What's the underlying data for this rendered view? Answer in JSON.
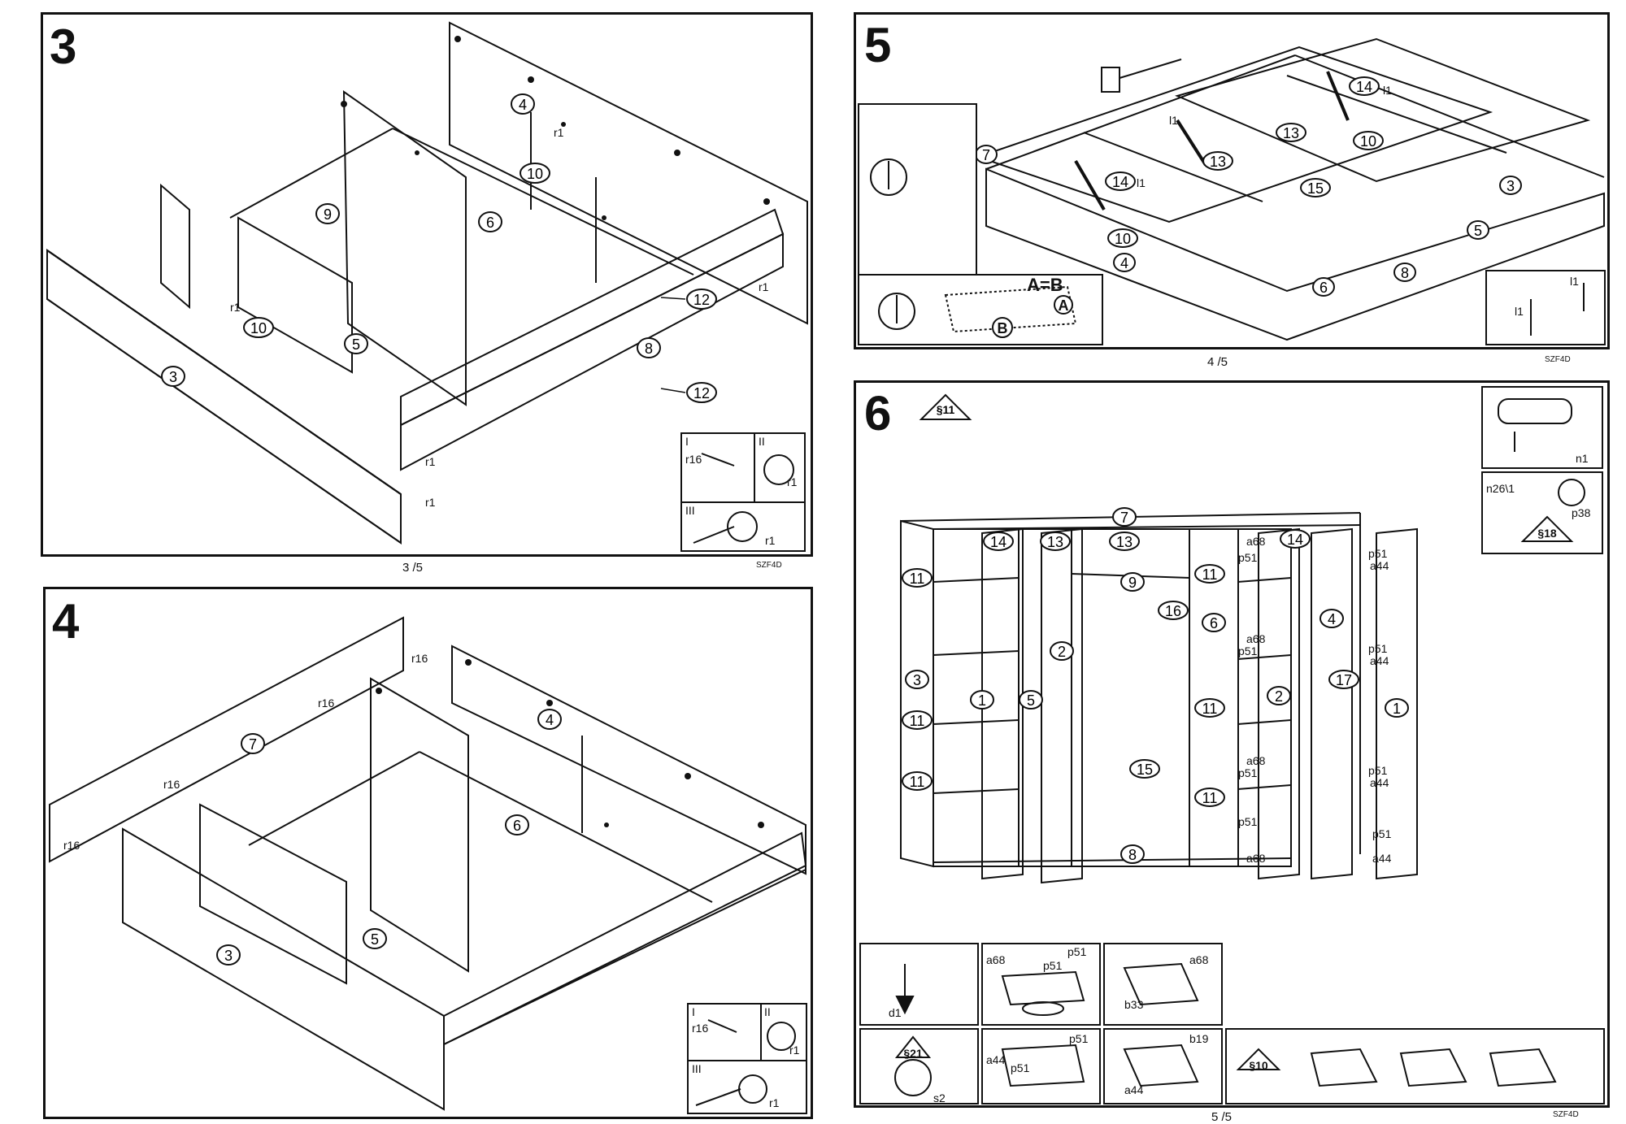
{
  "pages": {
    "p3": "3 /5",
    "p4": "4 /5",
    "p5": "5 /5"
  },
  "doc_code": "SZF4D",
  "steps": {
    "s3": {
      "number": "3",
      "parts": [
        "4",
        "10",
        "9",
        "6",
        "12",
        "10",
        "5",
        "8",
        "3",
        "12"
      ],
      "fittings": [
        "r1",
        "r1",
        "r1",
        "r1",
        "r1"
      ],
      "inset_labels": {
        "r16": "r16",
        "r1a": "r1",
        "r1b": "r1",
        "i": "I",
        "ii": "II",
        "iii": "III"
      }
    },
    "s4": {
      "number": "4",
      "parts": [
        "7",
        "4",
        "6",
        "5",
        "3"
      ],
      "fittings": [
        "r16",
        "r16",
        "r16",
        "r16"
      ],
      "inset_labels": {
        "r16": "r16",
        "r1a": "r1",
        "r1b": "r1",
        "i": "I",
        "ii": "II",
        "iii": "III"
      }
    },
    "s5": {
      "number": "5",
      "parts": [
        "7",
        "14",
        "13",
        "10",
        "13",
        "15",
        "14",
        "10",
        "4",
        "3",
        "5",
        "6",
        "8"
      ],
      "fittings": [
        "l1",
        "l1",
        "l1"
      ],
      "detail": {
        "eq": "A=B",
        "a": "A",
        "b": "B",
        "l1a": "l1",
        "l1b": "l1"
      }
    },
    "s6": {
      "number": "6",
      "warning": "§11",
      "parts": [
        "7",
        "14",
        "13",
        "13",
        "14",
        "9",
        "11",
        "16",
        "11",
        "6",
        "4",
        "3",
        "1",
        "5",
        "2",
        "2",
        "17",
        "1",
        "11",
        "15",
        "11",
        "11",
        "11",
        "8"
      ],
      "hinge_labels": [
        "a68",
        "p51",
        "p51",
        "a44",
        "a68",
        "p51",
        "p51",
        "a44",
        "a68",
        "p51",
        "p51",
        "a44",
        "p51",
        "a68",
        "p51",
        "a44"
      ],
      "side_insets": {
        "n1": "n1",
        "n26": "n26\\1",
        "p38": "p38",
        "s18": "§18"
      },
      "bottom_insets": {
        "d1": "d1",
        "a68a": "a68",
        "p51a": "p51",
        "p51b": "p51",
        "b33": "b33",
        "a68b": "a68",
        "s21": "§21",
        "s2": "s2",
        "a44a": "a44",
        "p51c": "p51",
        "p51d": "p51",
        "b19": "b19",
        "a44b": "a44",
        "s10": "§10"
      }
    }
  }
}
